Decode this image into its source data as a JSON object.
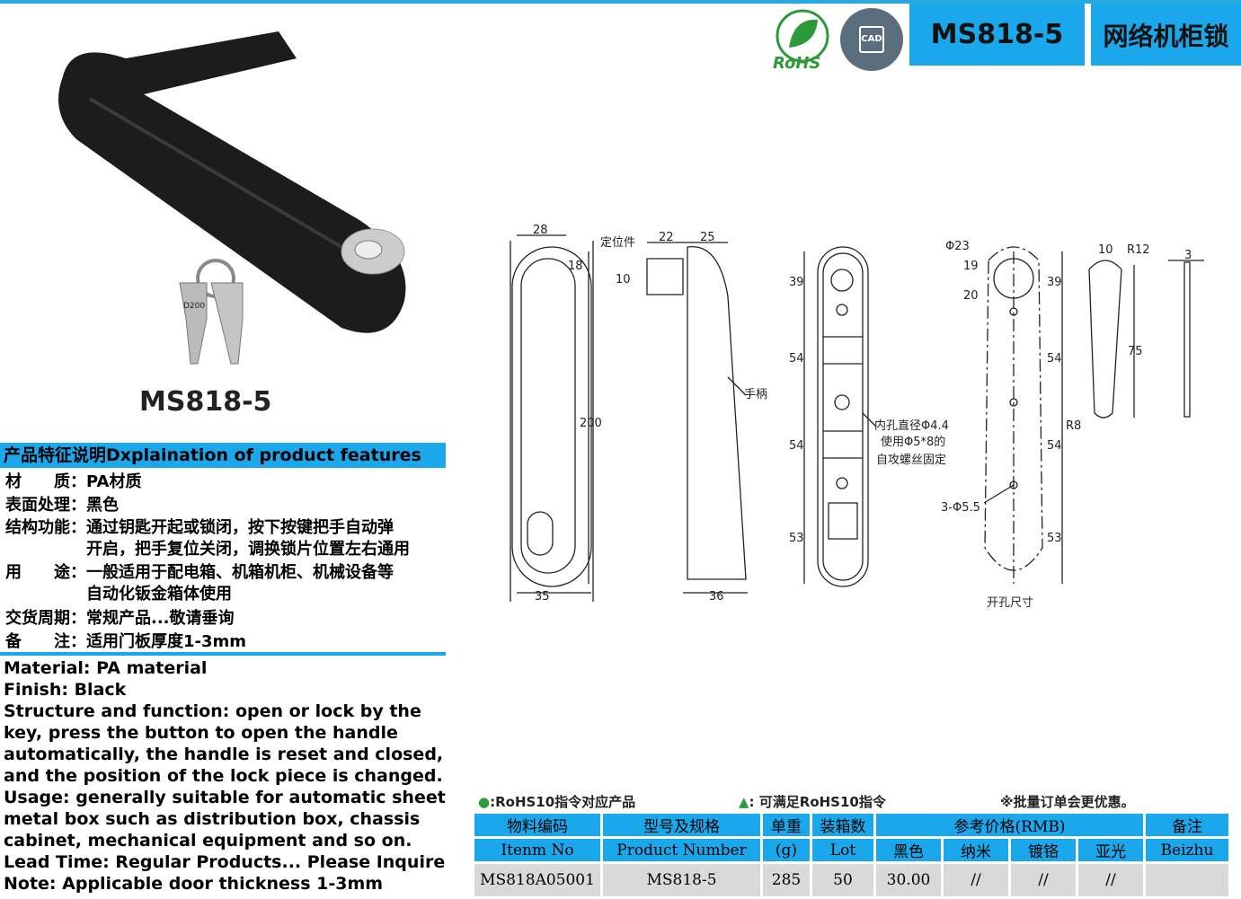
{
  "header": {
    "model": "MS818-5",
    "category": "网络机柜锁",
    "rohs_logo": "RoHS",
    "cad_logo": "CAD"
  },
  "product": {
    "title": "MS818-5",
    "key_label": "D200"
  },
  "features": {
    "heading": "产品特征说明Dxplaination of product features",
    "lines": [
      "材　　质：PA材质",
      "表面处理：黑色",
      "结构功能：通过钥匙开起或锁闭，按下按键把手自动弹",
      "　　　　　开启，把手复位关闭，调换锁片位置左右通用",
      "用　　途：一般适用于配电箱、机箱机柜、机械设备等",
      "　　　　　自动化钣金箱体使用",
      "交货周期：常规产品...敬请垂询",
      "备　　注：适用门板厚度1-3mm"
    ]
  },
  "english": [
    "Material: PA material",
    "Finish: Black",
    "Structure and function: open or lock by the",
    "key, press the button to open the handle",
    "automatically, the handle is reset and closed,",
    "and the position of the lock piece is changed.",
    "Usage: generally suitable for automatic sheet",
    "metal box such as distribution box, chassis",
    "cabinet, mechanical equipment and so on.",
    "Lead Time: Regular Products... Please Inquire",
    "Note: Applicable door thickness 1-3mm"
  ],
  "drawing": {
    "d28": "28",
    "d18": "18",
    "d200": "200",
    "d35": "35",
    "locator": "定位件",
    "d22": "22",
    "d25": "25",
    "d10": "10",
    "handle": "手柄",
    "d36": "36",
    "d39": "39",
    "d54a": "54",
    "d54b": "54",
    "d53": "53",
    "hole_note": [
      "内孔直径Φ4.4",
      "使用Φ5*8的",
      "自攻螺丝固定"
    ],
    "phi23": "Φ23",
    "d19": "19",
    "d20": "20",
    "d39b": "39",
    "d54c": "54",
    "d54d": "54",
    "d53b": "53",
    "holes": "3-Φ5.5",
    "cutout": "开孔尺寸",
    "d10b": "10",
    "r12": "R12",
    "d75": "75",
    "r8": "R8",
    "d3": "3"
  },
  "legend": {
    "rohs": ":RoHS10指令对应产品",
    "meets": ": 可满足RoHS10指令",
    "bulk": "※批量订单会更优惠。"
  },
  "table": {
    "h1": [
      "物料编码",
      "型号及规格",
      "单重",
      "装箱数",
      "参考价格(RMB)",
      "备注"
    ],
    "h2": [
      "Itenm No",
      "Product Number",
      "(g)",
      "Lot",
      "黑色",
      "纳米",
      "镀铬",
      "亚光",
      "Beizhu"
    ],
    "row": [
      "MS818A05001",
      "MS818-5",
      "285",
      "50",
      "30.00",
      "//",
      "//",
      "//",
      ""
    ]
  },
  "colors": {
    "accent": "#1aa7ec",
    "cell": "#d9d9d9"
  }
}
